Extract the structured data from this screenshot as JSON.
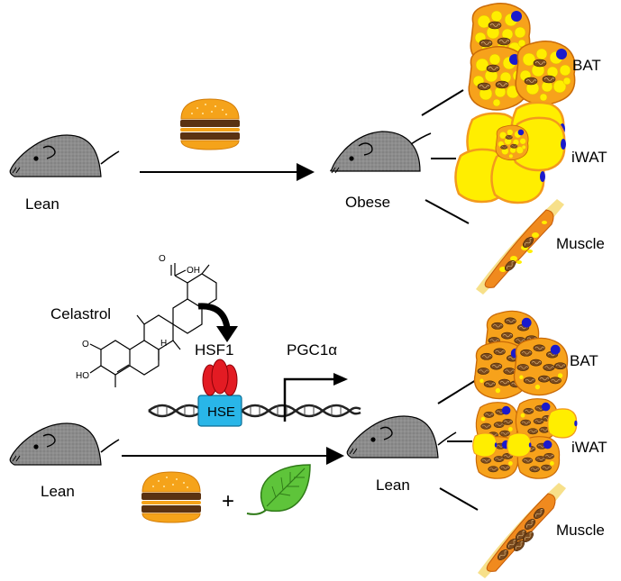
{
  "labels": {
    "lean_top": "Lean",
    "obese": "Obese",
    "lean_bottom_left": "Lean",
    "lean_bottom_right": "Lean",
    "bat_top": "BAT",
    "iwat_top": "iWAT",
    "muscle_top": "Muscle",
    "bat_bottom": "BAT",
    "iwat_bottom": "iWAT",
    "muscle_bottom": "Muscle",
    "celastrol": "Celastrol",
    "hsf1": "HSF1",
    "pgc1a": "PGC1α",
    "hse": "HSE",
    "plus": "+"
  },
  "chem": {
    "oh_top": "OH",
    "o_top": "O",
    "o_left": "O",
    "ho_left": "HO",
    "h_mid": "H"
  },
  "colors": {
    "mouse": "#8c8c8c",
    "fat_yellow": "#ffee00",
    "fat_orange_border": "#f39a1d",
    "nucleus": "#1a1acc",
    "mito": "#7a4a1e",
    "muscle": "#f08a1e",
    "leaf": "#5ec43a",
    "hsf1": "#e31b23",
    "hse_box": "#29b6e8",
    "bun": "#f5a31a",
    "patty": "#5a3212"
  }
}
